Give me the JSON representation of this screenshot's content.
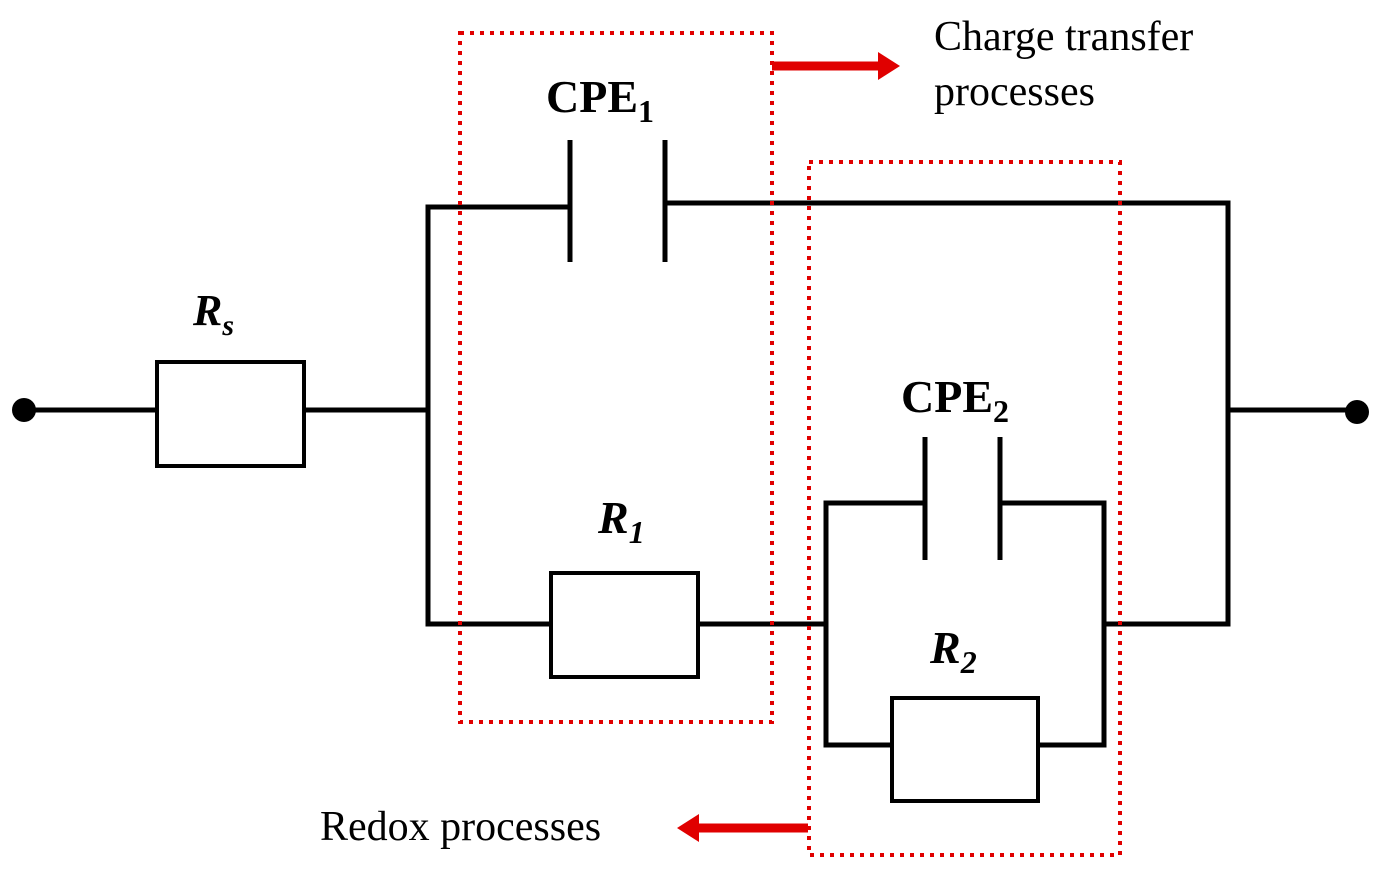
{
  "components": {
    "rs": {
      "name": "R",
      "sub": "s"
    },
    "cpe1": {
      "name": "CPE",
      "sub": "1"
    },
    "r1": {
      "name": "R",
      "sub": "1"
    },
    "cpe2": {
      "name": "CPE",
      "sub": "2"
    },
    "r2": {
      "name": "R",
      "sub": "2"
    }
  },
  "annotations": {
    "charge_transfer_line1": "Charge transfer",
    "charge_transfer_line2": "processes",
    "redox": "Redox processes"
  },
  "colors": {
    "wire": "#000000",
    "highlight_box": "#e00000",
    "arrow": "#e00000"
  }
}
